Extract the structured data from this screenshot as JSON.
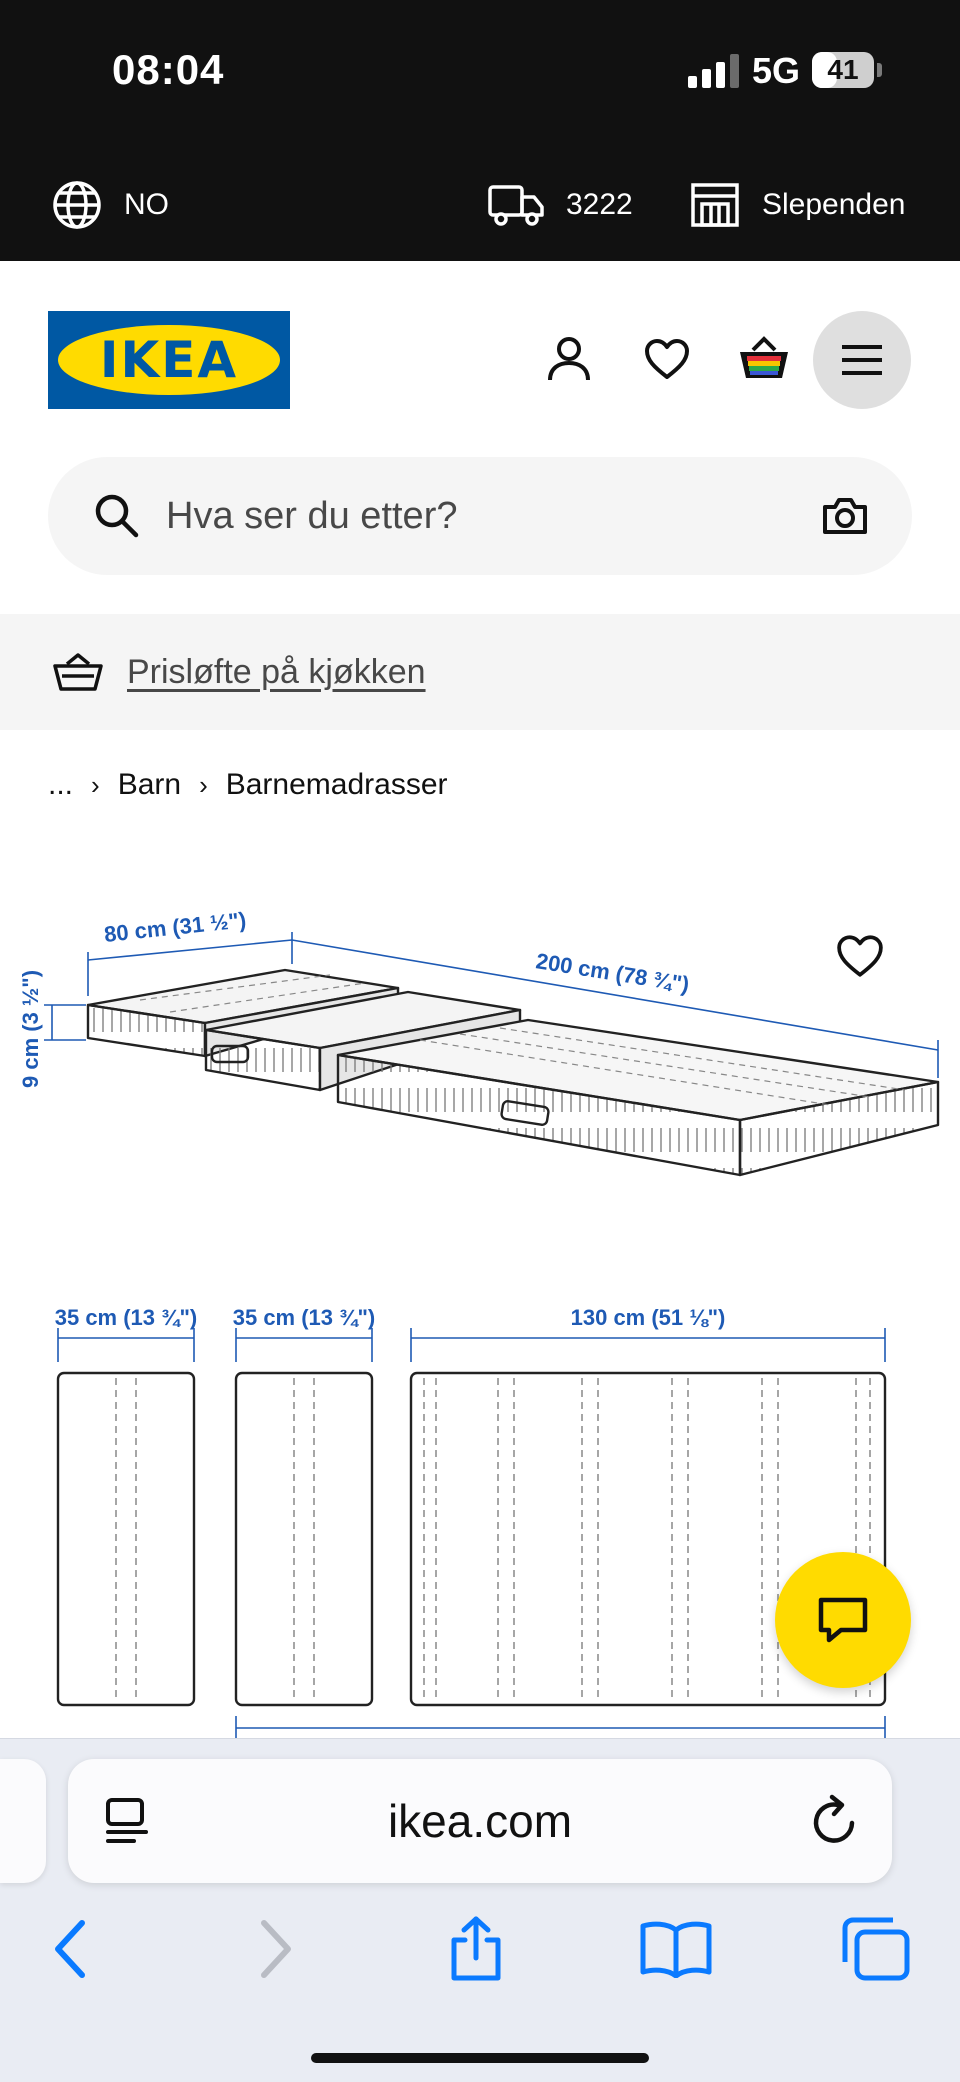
{
  "status_bar": {
    "time": "08:04",
    "network": "5G",
    "battery": "41",
    "battery_level": 0.41
  },
  "top_strip": {
    "region": "NO",
    "postcode": "3222",
    "store": "Slependen"
  },
  "header": {
    "logo_text": "IKEA",
    "icons": [
      "user-icon",
      "heart-icon",
      "basket-icon",
      "menu-icon"
    ]
  },
  "search": {
    "placeholder": "Hva ser du etter?"
  },
  "promo": {
    "text": "Prisløfte på kjøkken"
  },
  "breadcrumb": {
    "items": [
      "...",
      "Barn",
      "Barnemadrasser"
    ]
  },
  "product_image": {
    "dim_width": "80 cm (31 ½\")",
    "dim_length": "200 cm (78 ¾\")",
    "dim_height": "9 cm (3 ½\")",
    "section_1": "35 cm (13 ¾\")",
    "section_2": "35 cm (13 ¾\")",
    "section_3": "130 cm (51 ⅛\")"
  },
  "browser": {
    "url": "ikea.com"
  },
  "colors": {
    "ikea_blue": "#0058a3",
    "ikea_yellow": "#ffdb00",
    "dimension_blue": "#1e5ab4",
    "safari_blue": "#0a7aff"
  }
}
